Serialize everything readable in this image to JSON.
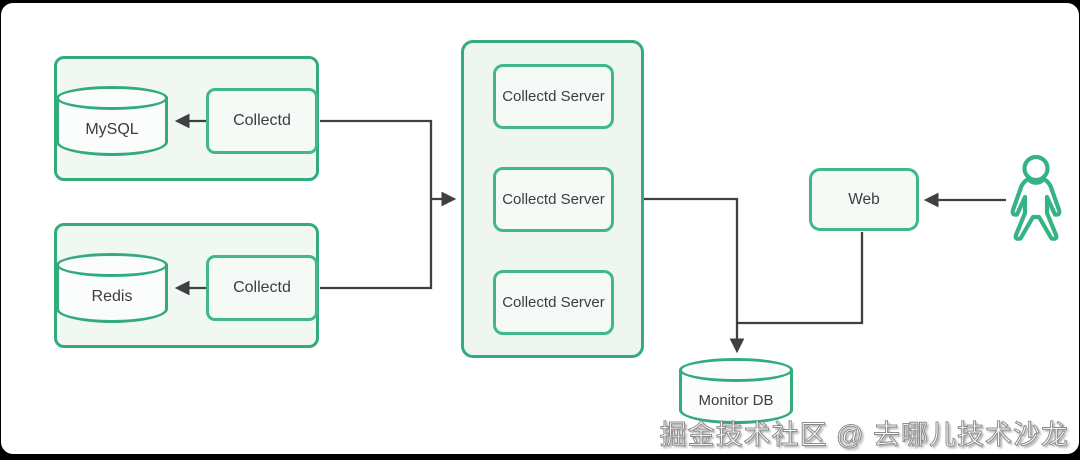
{
  "diagram": {
    "mysql_group": {
      "db_label": "MySQL",
      "agent_label": "Collectd"
    },
    "redis_group": {
      "db_label": "Redis",
      "agent_label": "Collectd"
    },
    "server_cluster": {
      "servers": [
        {
          "label": "Collectd Server"
        },
        {
          "label": "Collectd Server"
        },
        {
          "label": "Collectd Server"
        }
      ]
    },
    "web": {
      "label": "Web"
    },
    "monitor_db": {
      "label": "Monitor DB"
    },
    "actor": {
      "name": "user-actor"
    }
  },
  "watermark": {
    "text": "掘金技术社区 @ 去哪儿技术沙龙"
  },
  "colors": {
    "accent_green": "#33ab7a",
    "line_gray": "#404040",
    "node_fill": "#f6faf7",
    "group_fill": "#f1f7f3",
    "canvas": "#ffffff",
    "frame": "#000000"
  }
}
